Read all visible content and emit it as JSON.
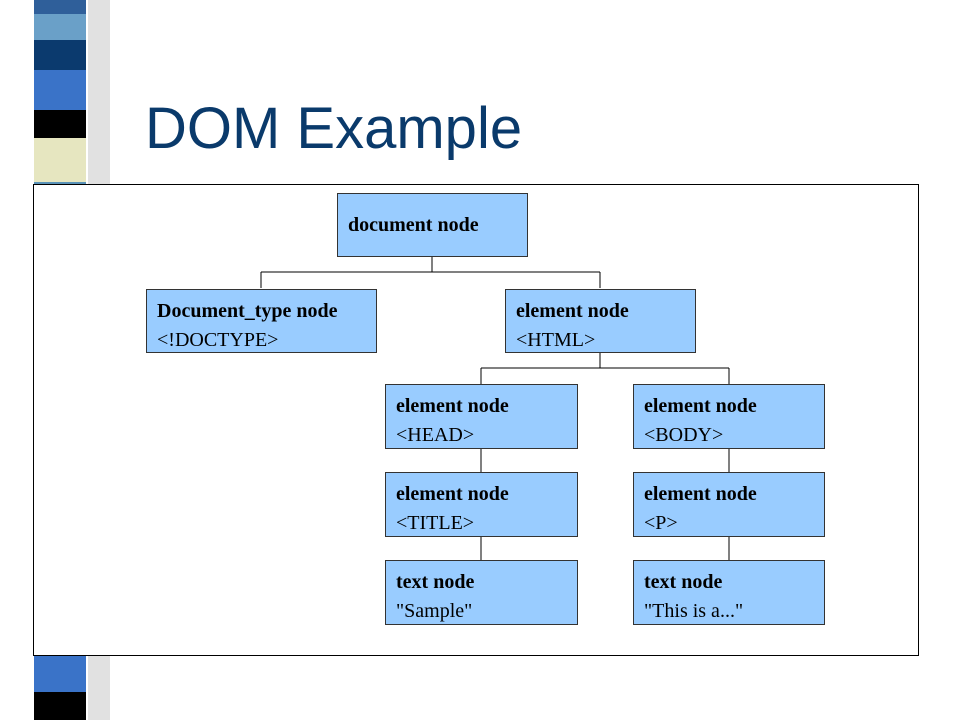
{
  "slide": {
    "title": "DOM Example"
  },
  "tree": {
    "root": {
      "type": "document node"
    },
    "doctype": {
      "type": "Document_type node",
      "tag": "<!DOCTYPE>"
    },
    "html": {
      "type": "element node",
      "tag": "<HTML>"
    },
    "head": {
      "type": "element node",
      "tag": "<HEAD>"
    },
    "body": {
      "type": "element node",
      "tag": "<BODY>"
    },
    "title_el": {
      "type": "element node",
      "tag": "<TITLE>"
    },
    "p": {
      "type": "element node",
      "tag": "<P>"
    },
    "text_sample": {
      "type": "text node",
      "tag": "\"Sample\""
    },
    "text_this": {
      "type": "text node",
      "tag": "\"This is a...\""
    }
  },
  "colors": {
    "node_fill": "#99ccff",
    "title": "#0a3a6b"
  }
}
